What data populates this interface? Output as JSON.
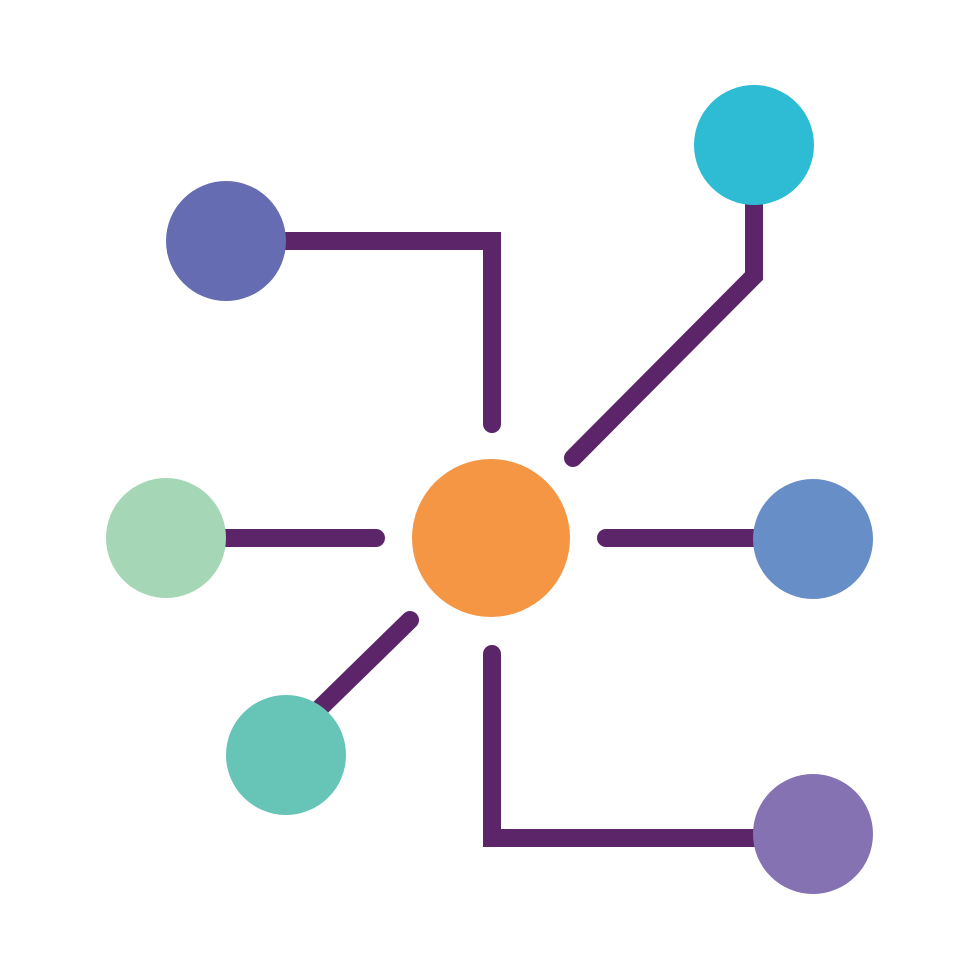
{
  "icon": {
    "name": "network-hub-icon",
    "connector_color": "#5C2569",
    "nodes": [
      {
        "name": "center-node",
        "color": "#F49644"
      },
      {
        "name": "top-left-node",
        "color": "#656CB2"
      },
      {
        "name": "top-right-node",
        "color": "#2DBCD4"
      },
      {
        "name": "left-node",
        "color": "#A5D6B6"
      },
      {
        "name": "right-node",
        "color": "#688EC8"
      },
      {
        "name": "bottom-left-node",
        "color": "#67C5B7"
      },
      {
        "name": "bottom-right-node",
        "color": "#8572B3"
      }
    ]
  }
}
